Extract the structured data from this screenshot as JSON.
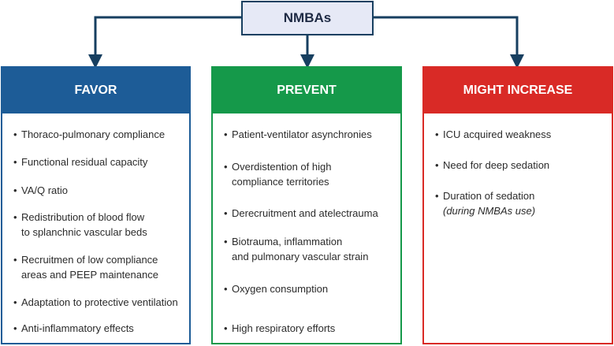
{
  "top_node": {
    "label": "NMBAs"
  },
  "colors": {
    "favor": "#1d5c97",
    "prevent": "#15994a",
    "increase": "#d92a26",
    "connector": "#173f60",
    "top_fill": "#e6e9f6"
  },
  "panels": [
    {
      "title": "FAVOR",
      "items": [
        {
          "text": "Thoraco-pulmonary compliance",
          "sub": ""
        },
        {
          "text": "Functional residual capacity",
          "sub": ""
        },
        {
          "text": "VA/Q ratio",
          "sub": ""
        },
        {
          "text": "Redistribution of blood flow",
          "sub": "to splanchnic vascular beds"
        },
        {
          "text": "Recruitmen of low compliance",
          "sub": "areas and PEEP maintenance"
        },
        {
          "text": "Adaptation to protective ventilation",
          "sub": ""
        },
        {
          "text": "Anti-inflammatory effects",
          "sub": ""
        }
      ]
    },
    {
      "title": "PREVENT",
      "items": [
        {
          "text": "Patient-ventilator asynchronies",
          "sub": ""
        },
        {
          "text": "Overdistention of high",
          "sub": "compliance territories"
        },
        {
          "text": "Derecruitment and atelectrauma",
          "sub": ""
        },
        {
          "text": "Biotrauma, inflammation",
          "sub": "and pulmonary vascular strain"
        },
        {
          "text": "Oxygen consumption",
          "sub": ""
        },
        {
          "text": "High respiratory efforts",
          "sub": ""
        }
      ]
    },
    {
      "title": "MIGHT INCREASE",
      "items": [
        {
          "text": "ICU acquired weakness",
          "sub": ""
        },
        {
          "text": "Need for deep sedation",
          "sub": ""
        },
        {
          "text": "Duration of sedation",
          "sub": "(during NMBAs use)"
        }
      ]
    }
  ]
}
